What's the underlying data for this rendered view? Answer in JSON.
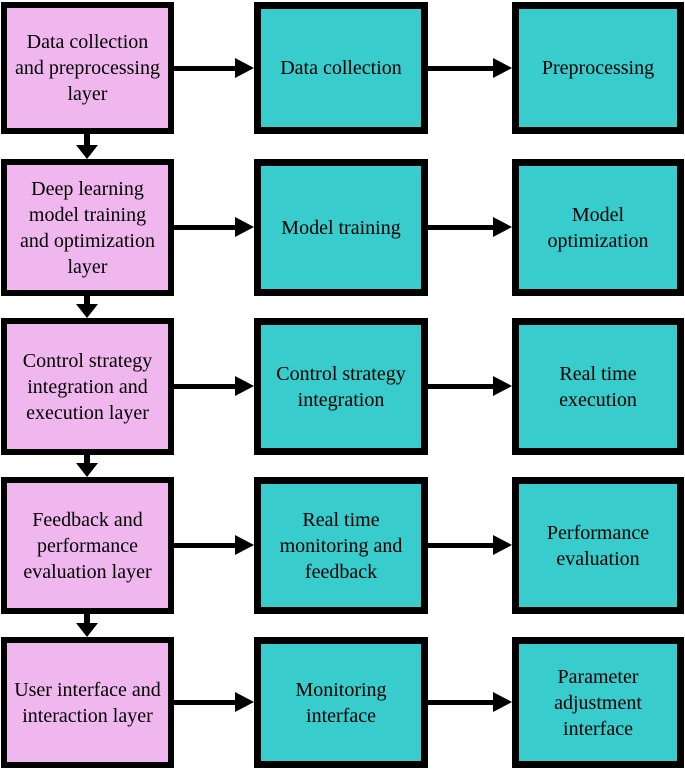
{
  "colors": {
    "layer-fill": "#f0b7ee",
    "step-fill": "#38cccc",
    "line": "#000000"
  },
  "rows": [
    {
      "layer": "Data collection\nand preprocessing\nlayer",
      "step1": "Data collection",
      "step2": "Preprocessing"
    },
    {
      "layer": "Deep learning\nmodel training\nand optimization\nlayer",
      "step1": "Model training",
      "step2": "Model\noptimization"
    },
    {
      "layer": "Control strategy\nintegration and\nexecution layer",
      "step1": "Control strategy\nintegration",
      "step2": "Real time\nexecution"
    },
    {
      "layer": "Feedback and\nperformance\nevaluation layer",
      "step1": "Real time\nmonitoring and\nfeedback",
      "step2": "Performance\nevaluation"
    },
    {
      "layer": "User interface and\ninteraction layer",
      "step1": "Monitoring\ninterface",
      "step2": "Parameter\nadjustment\ninterface"
    }
  ]
}
